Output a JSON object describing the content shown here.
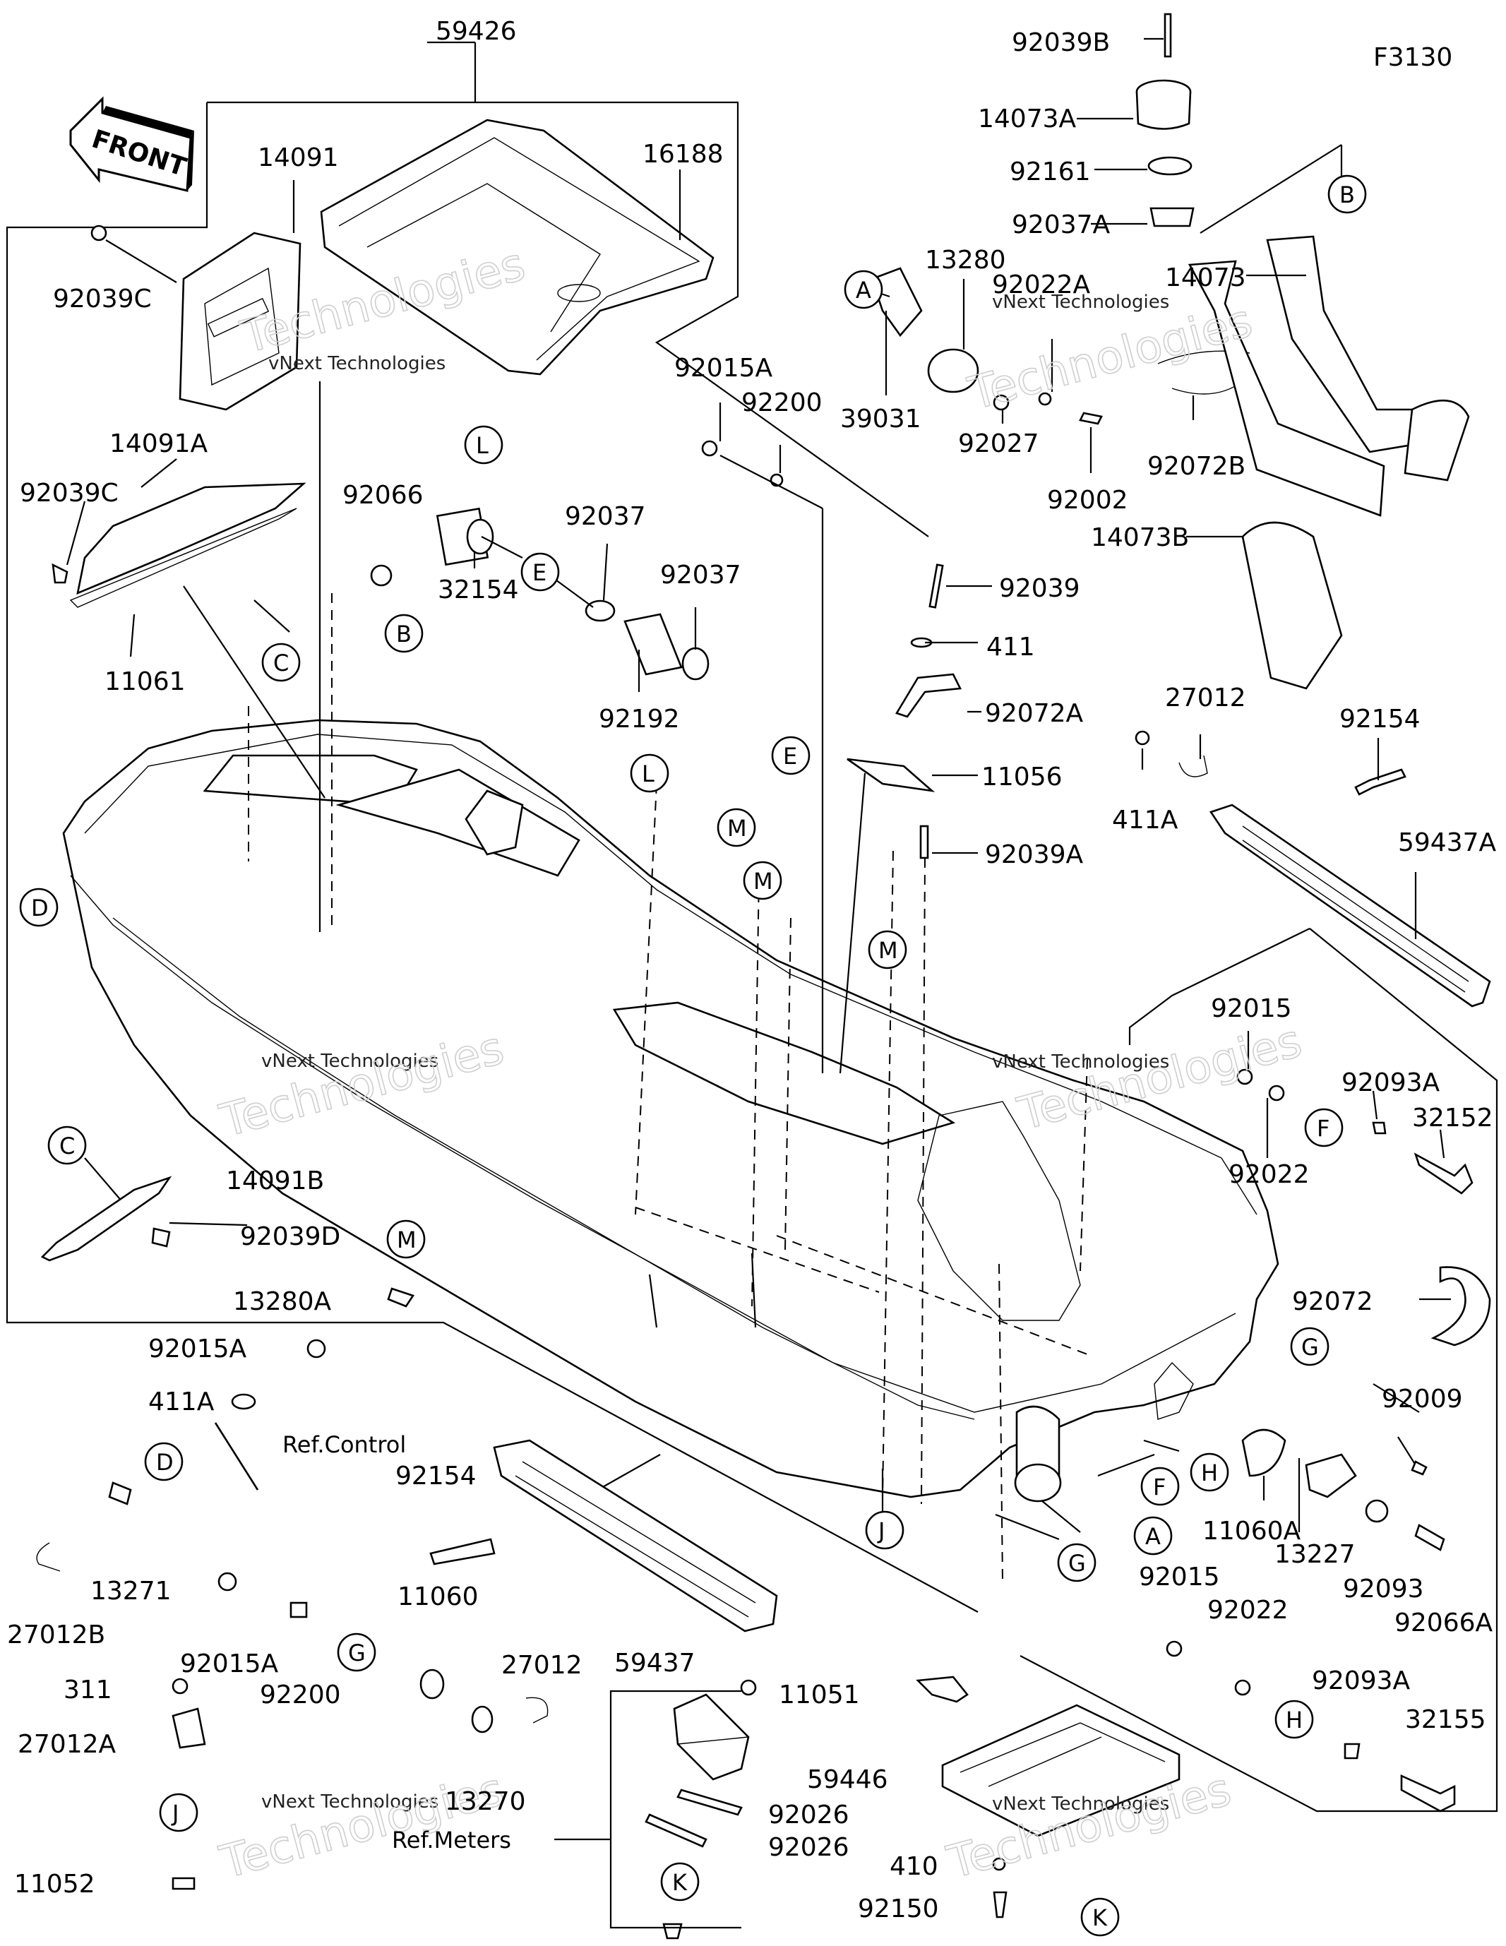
{
  "figure_code": "F3130",
  "front_label": "FRONT",
  "watermark": {
    "line1": "vNext Technologies",
    "line2": "vNext",
    "line3": "Technologies"
  },
  "parts": {
    "p59426": "59426",
    "p14091": "14091",
    "p16188": "16188",
    "p92039C_a": "92039C",
    "p14091A": "14091A",
    "p92039C_b": "92039C",
    "p92066": "92066",
    "p11061": "11061",
    "p32154": "32154",
    "p92037_a": "92037",
    "p92037_b": "92037",
    "p92192": "92192",
    "p92015A_top": "92015A",
    "p92200_top": "92200",
    "p39031": "39031",
    "p13280": "13280",
    "p92022A": "92022A",
    "p92027": "92027",
    "p92002": "92002",
    "p92072B": "92072B",
    "p92039B": "92039B",
    "p14073A": "14073A",
    "p92161": "92161",
    "p92037A": "92037A",
    "p14073": "14073",
    "p14073B": "14073B",
    "p92039": "92039",
    "p411": "411",
    "p92072A": "92072A",
    "p11056": "11056",
    "p92039A": "92039A",
    "p27012_top": "27012",
    "p411A_top": "411A",
    "p92154_top": "92154",
    "p59437A": "59437A",
    "p92015_r": "92015",
    "p92093A_r": "92093A",
    "p32152": "32152",
    "p92022_r": "92022",
    "p92072": "92072",
    "p14091B": "14091B",
    "p92039D": "92039D",
    "p13280A": "13280A",
    "p92015A_l": "92015A",
    "p411A_l": "411A",
    "ref_control": "Ref.Control",
    "p13271": "13271",
    "p27012B": "27012B",
    "p92154_b": "92154",
    "p59437": "59437",
    "p92015A_b": "92015A",
    "p92200_b": "92200",
    "p11060": "11060",
    "p27012_b": "27012",
    "p13270": "13270",
    "p311": "311",
    "p27012A": "27012A",
    "p11052": "11052",
    "ref_meters": "Ref.Meters",
    "p11051": "11051",
    "p92026_a": "92026",
    "p92026_b": "92026",
    "p59446": "59446",
    "p410": "410",
    "p92150": "92150",
    "p92009": "92009",
    "p11060A": "11060A",
    "p13227": "13227",
    "p92093": "92093",
    "p92066A": "92066A",
    "p92015_b": "92015",
    "p92022_b": "92022",
    "p92093A_b": "92093A",
    "p32155": "32155"
  },
  "callouts": {
    "A": "A",
    "B": "B",
    "C": "C",
    "D": "D",
    "E": "E",
    "F": "F",
    "G": "G",
    "H": "H",
    "J": "J",
    "K": "K",
    "L": "L",
    "M": "M"
  }
}
